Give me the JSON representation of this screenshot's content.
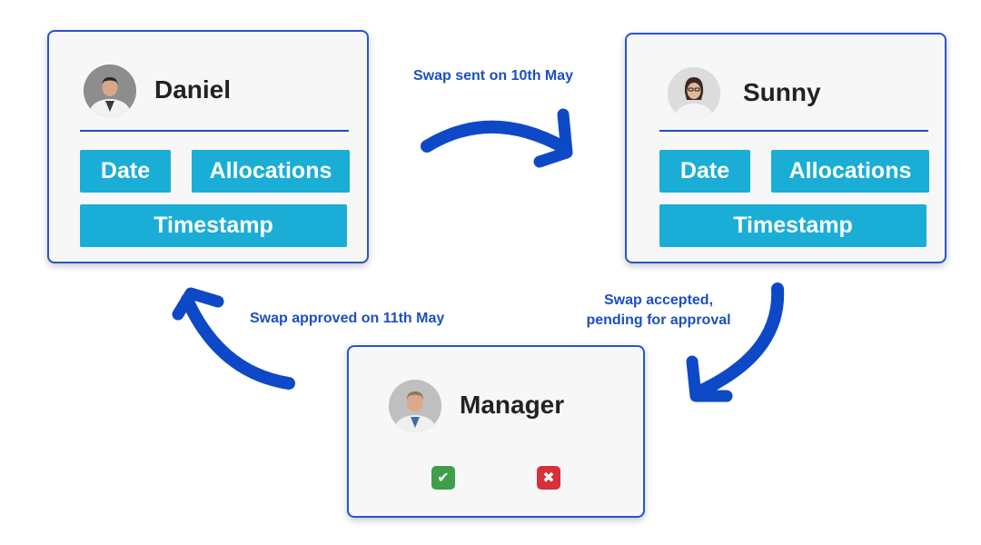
{
  "cards": {
    "daniel": {
      "name": "Daniel",
      "fields": {
        "date": "Date",
        "allocations": "Allocations",
        "timestamp": "Timestamp"
      }
    },
    "sunny": {
      "name": "Sunny",
      "fields": {
        "date": "Date",
        "allocations": "Allocations",
        "timestamp": "Timestamp"
      }
    },
    "manager": {
      "name": "Manager",
      "actions": {
        "approve_icon": "check-icon",
        "reject_icon": "x-icon"
      }
    }
  },
  "arrows": {
    "sent": {
      "label": "Swap sent on 10th May"
    },
    "accepted": {
      "label_line1": "Swap accepted,",
      "label_line2": "pending for approval"
    },
    "approved": {
      "label": "Swap approved on 11th May"
    }
  },
  "colors": {
    "arrow": "#0d49c7",
    "field": "#1aaed6",
    "card_border": "#2a55c8",
    "approve": "#3e9f48",
    "reject": "#d6303a"
  }
}
